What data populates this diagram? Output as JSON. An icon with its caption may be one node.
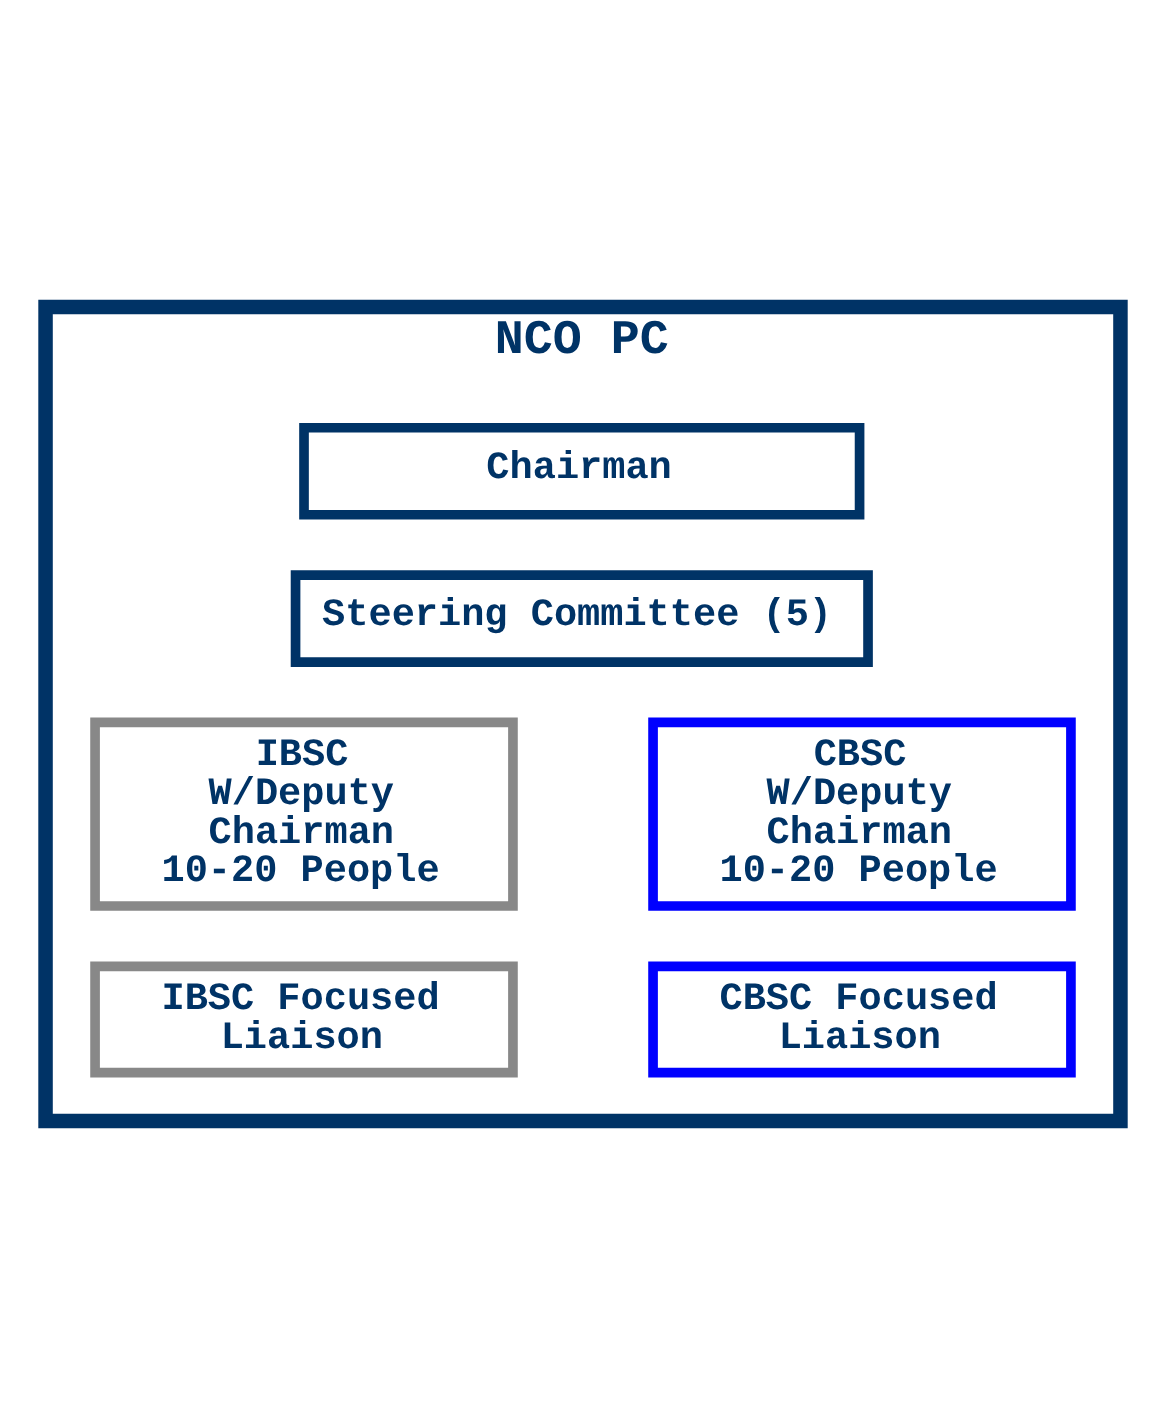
{
  "diagram": {
    "nodes": [
      {
        "text": [
          "NCO PC"
        ]
      },
      {
        "text": [
          "Chairman"
        ],
        "in": 0
      },
      {
        "text": [
          "Steering Committee (5)"
        ],
        "in": 0
      },
      {
        "text": [
          "IBSC",
          "W/Deputy Chairman",
          "10-20 People"
        ],
        "in": 0
      },
      {
        "text": [
          "IBSC Focused Liaison"
        ],
        "in": 0
      },
      {
        "text": [
          "CBSC",
          "W/Deputy Chairman",
          "10-20 People"
        ],
        "in": 0
      },
      {
        "text": [
          "CBSC Focused Liaison"
        ],
        "in": 0
      }
    ],
    "edges": []
  }
}
